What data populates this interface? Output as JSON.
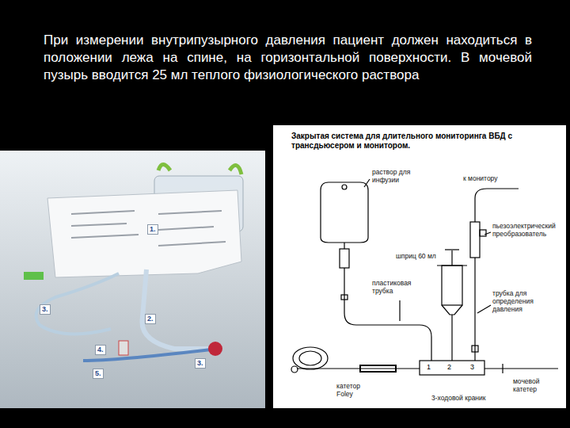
{
  "diagram": {
    "title": "Закрытая система для длительного мониторинга ВБД с трансдьюсером и монитором.",
    "caption": "При измерении внутрипузырного давления пациент должен находиться в положении лежа на спине, на горизонтальной поверхности. В мочевой пузырь вводится 25 мл теплого физиологического раствора",
    "labels": [
      "1.",
      "2.",
      "3.",
      "3.",
      "4.",
      "5.",
      "раствор для инфузии",
      "к монитору",
      "пьезоэлектрический преобразователь",
      "шприц 60 мл",
      "пластиковая трубка",
      "трубка для определения давления",
      "1",
      "2",
      "3",
      "катетор Foley",
      "3-ходовой краник",
      "мочевой катетер"
    ]
  }
}
